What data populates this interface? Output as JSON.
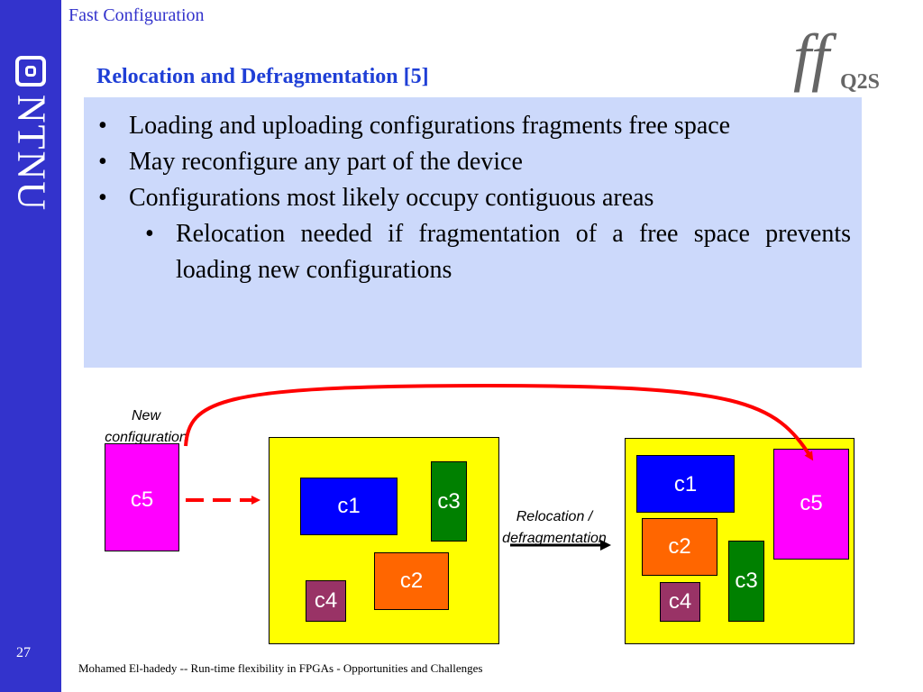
{
  "slide": {
    "section_title": "Fast Configuration",
    "title": "Relocation and Defragmentation [5]",
    "page_number": "27",
    "footer": "Mohamed El-hadedy -- Run-time flexibility in FPGAs - Opportunities and Challenges"
  },
  "logos": {
    "ntnu": "NTNU",
    "q2s_mark": "ff",
    "q2s": "Q2S"
  },
  "bullets": [
    "Loading and uploading configurations fragments free space",
    "May reconfigure any part of the device",
    "Configurations most likely occupy contiguous areas"
  ],
  "sub_bullets": [
    "Relocation needed if fragmentation of a free space prevents loading new configurations"
  ],
  "diagram": {
    "new_config_label_line1": "New",
    "new_config_label_line2": "configuration",
    "relocation_label_line1": "Relocation /",
    "relocation_label_line2": "defragmentation",
    "new_block": "c5",
    "before": {
      "c1": "c1",
      "c2": "c2",
      "c3": "c3",
      "c4": "c4"
    },
    "after": {
      "c1": "c1",
      "c2": "c2",
      "c3": "c3",
      "c4": "c4",
      "c5": "c5"
    }
  },
  "colors": {
    "sidebar": "#3333cc",
    "bullet_panel": "#ccd9fb",
    "board": "#ffff00",
    "c1": "#0000ff",
    "c2": "#ff6600",
    "c3": "#008000",
    "c4": "#993366",
    "c5": "#ff00ff",
    "arrow": "#ff0000"
  }
}
